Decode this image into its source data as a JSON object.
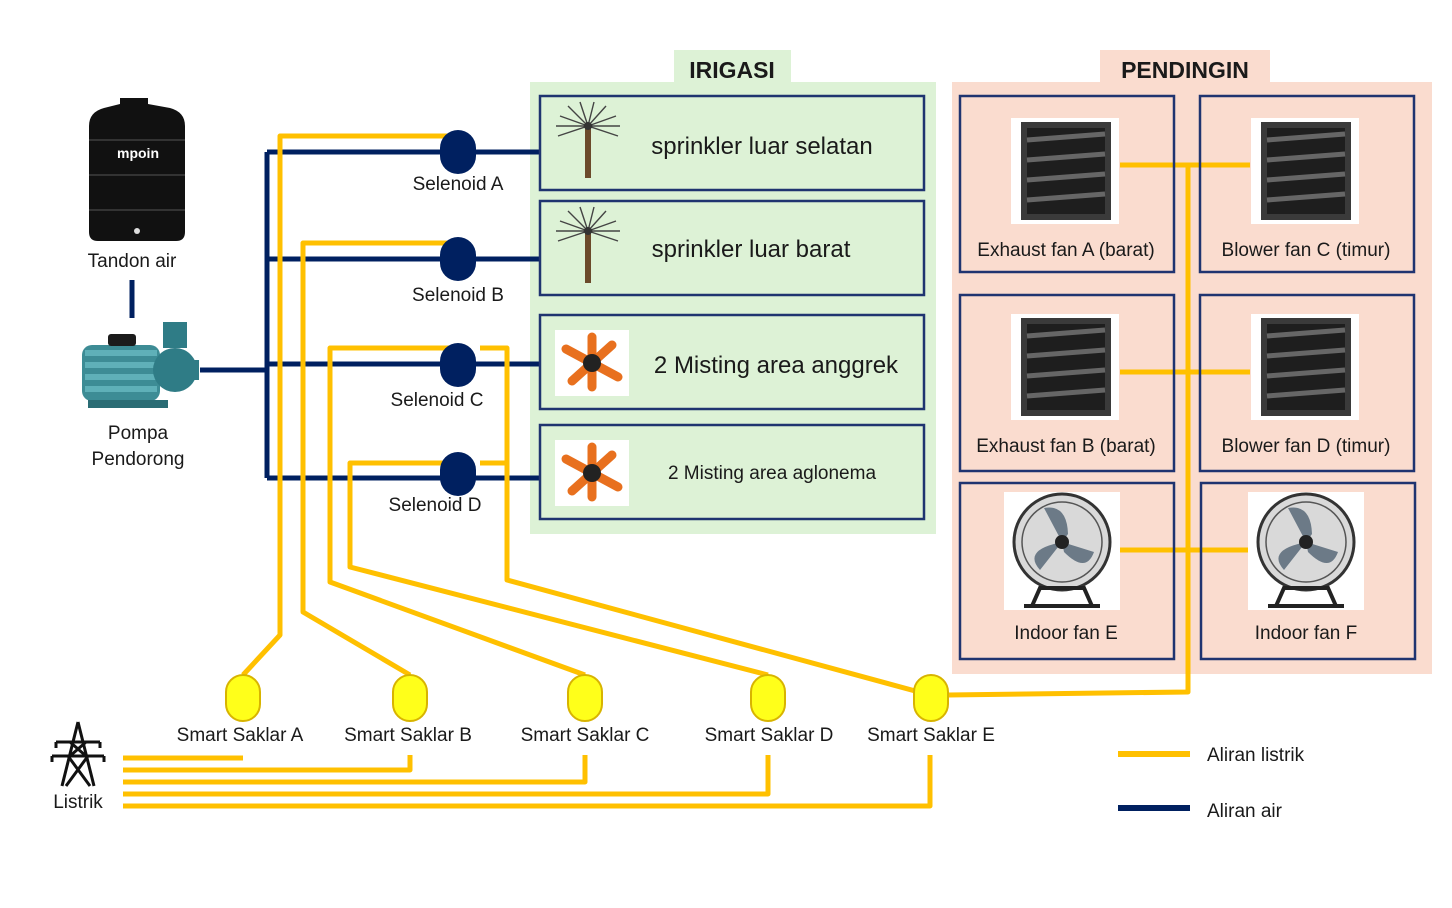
{
  "colors": {
    "electric": "#FFC000",
    "water": "#002060",
    "irigasi_bg": "#DDF2D6",
    "pendingin_bg": "#FADCCF",
    "box_border": "#1F3470",
    "switch_fill": "#FFFF1A"
  },
  "sources": {
    "tank_label": "Tandon air",
    "tank_brand": "mpoin",
    "pump_label_line1": "Pompa",
    "pump_label_line2": "Pendorong",
    "power_label": "Listrik"
  },
  "irigasi": {
    "title": "IRIGASI",
    "items": [
      {
        "label": "sprinkler luar selatan",
        "icon": "sprinkler-icon"
      },
      {
        "label": "sprinkler luar barat",
        "icon": "sprinkler-icon"
      },
      {
        "label": "2 Misting area anggrek",
        "icon": "mist-nozzle-icon"
      },
      {
        "label": "2 Misting area aglonema",
        "icon": "mist-nozzle-icon"
      }
    ]
  },
  "solenoids": [
    "Selenoid A",
    "Selenoid B",
    "Selenoid C",
    "Selenoid D"
  ],
  "pendingin": {
    "title": "PENDINGIN",
    "items": [
      {
        "label": "Exhaust fan A (barat)",
        "icon": "exhaust-fan-icon"
      },
      {
        "label": "Blower fan C (timur)",
        "icon": "exhaust-fan-icon"
      },
      {
        "label": "Exhaust fan B (barat)",
        "icon": "exhaust-fan-icon"
      },
      {
        "label": "Blower fan D (timur)",
        "icon": "exhaust-fan-icon"
      },
      {
        "label": "Indoor fan E",
        "icon": "standing-fan-icon"
      },
      {
        "label": "Indoor fan F",
        "icon": "standing-fan-icon"
      }
    ]
  },
  "switches": [
    "Smart Saklar A",
    "Smart Saklar B",
    "Smart Saklar C",
    "Smart Saklar D",
    "Smart Saklar E"
  ],
  "legend": [
    {
      "label": "Aliran listrik",
      "color_key": "electric"
    },
    {
      "label": "Aliran air",
      "color_key": "water"
    }
  ]
}
